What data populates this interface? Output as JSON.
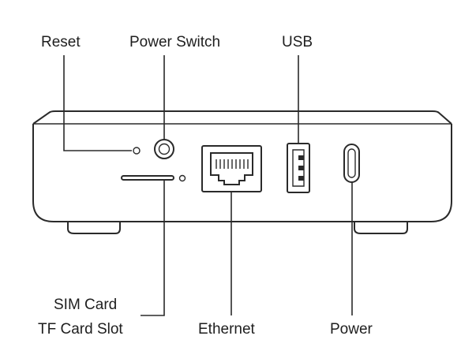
{
  "labels": {
    "reset": "Reset",
    "power_switch": "Power Switch",
    "usb": "USB",
    "sim_card": "SIM Card",
    "tf_card_slot": "TF Card Slot",
    "ethernet": "Ethernet",
    "power": "Power"
  },
  "colors": {
    "line": "#2a2a2a",
    "text": "#1e1e1e",
    "background": "#ffffff"
  }
}
